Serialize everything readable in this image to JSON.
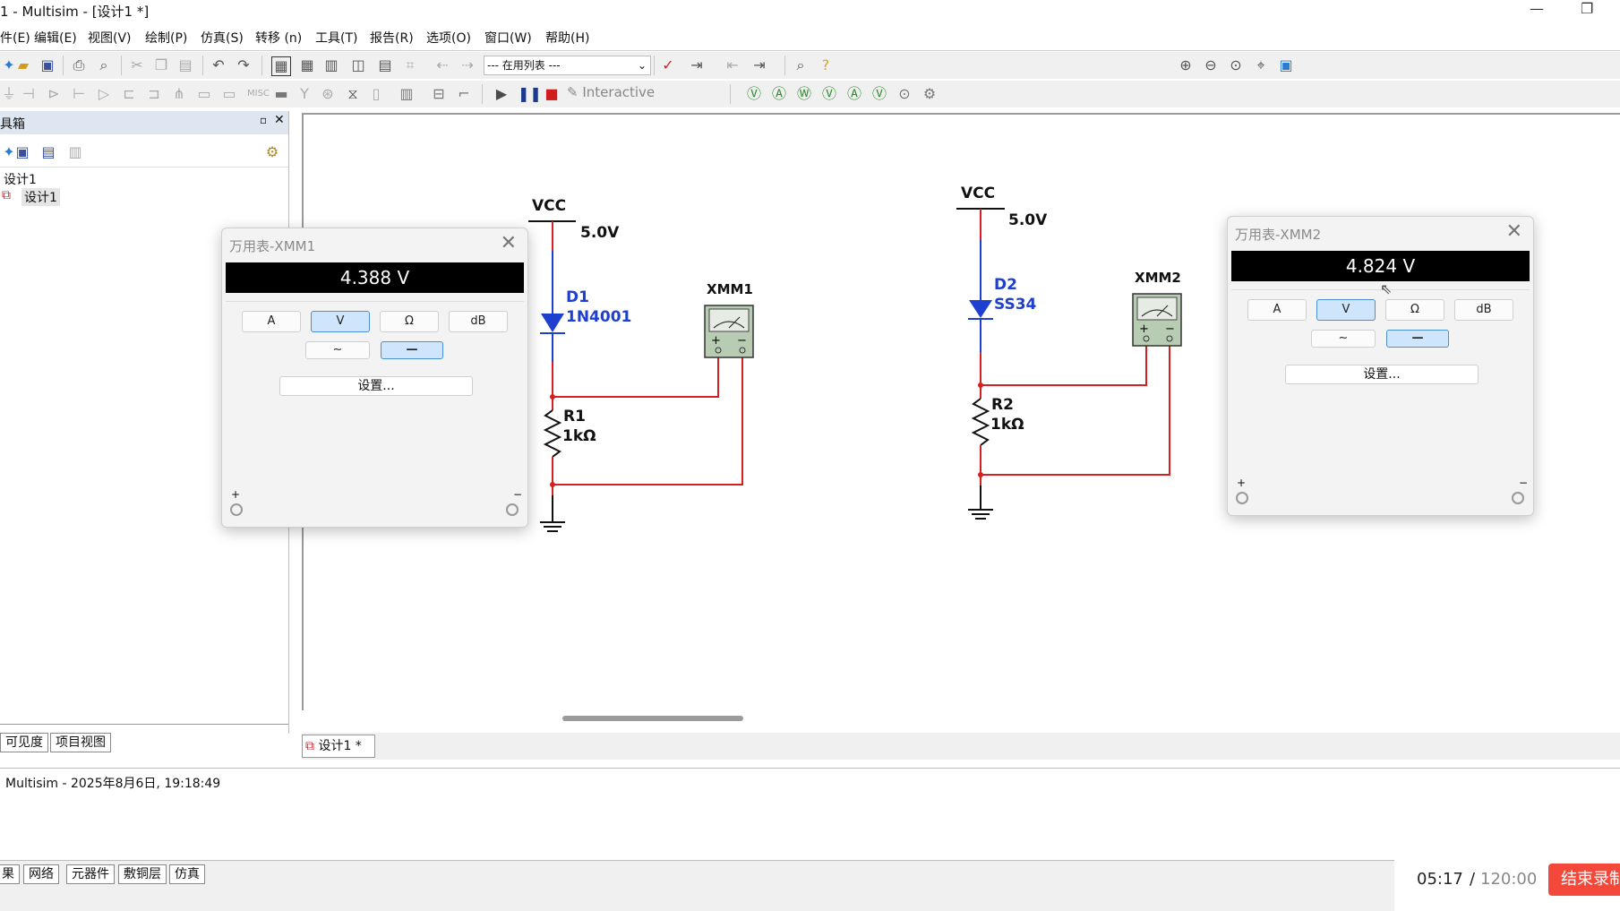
{
  "window": {
    "title": "1 - Multisim - [设计1 *]",
    "minimize_icon": "—",
    "restore_icon": "❐"
  },
  "menu": [
    "件(E)",
    "编辑(E)",
    "视图(V)",
    "绘制(P)",
    "仿真(S)",
    "转移 (n)",
    "工具(T)",
    "报告(R)",
    "选项(O)",
    "窗口(W)",
    "帮助(H)"
  ],
  "toolbar": {
    "in_use_list": "--- 在用列表 ---",
    "interactive_label": "Interactive"
  },
  "left_panel": {
    "title": "具箱",
    "tree_root": "设计1",
    "tree_child": "设计1",
    "tabs": [
      "可见度",
      "项目视图"
    ]
  },
  "circuit1": {
    "vcc_label": "VCC",
    "vcc_value": "5.0V",
    "diode_ref": "D1",
    "diode_model": "1N4001",
    "resistor_ref": "R1",
    "resistor_value": "1kΩ",
    "meter_label": "XMM1"
  },
  "circuit2": {
    "vcc_label": "VCC",
    "vcc_value": "5.0V",
    "diode_ref": "D2",
    "diode_model": "SS34",
    "resistor_ref": "R2",
    "resistor_value": "1kΩ",
    "meter_label": "XMM2"
  },
  "dmm1": {
    "title": "万用表-XMM1",
    "reading": "4.388 V",
    "modes": [
      "A",
      "V",
      "Ω",
      "dB"
    ],
    "selected_mode": "V",
    "settings_label": "设置...",
    "plus": "+",
    "minus": "−"
  },
  "dmm2": {
    "title": "万用表-XMM2",
    "reading": "4.824 V",
    "modes": [
      "A",
      "V",
      "Ω",
      "dB"
    ],
    "selected_mode": "V",
    "settings_label": "设置...",
    "plus": "+",
    "minus": "−"
  },
  "doc_tab": "设计1 *",
  "output": {
    "message": "Multisim  -  2025年8月6日, 19:18:49"
  },
  "bottom_tabs": [
    "果",
    "网络",
    "元器件",
    "敷铜层",
    "仿真"
  ],
  "recorder": {
    "elapsed": "05:17",
    "total": "120:00",
    "stop_label": "结束录制"
  },
  "colors": {
    "wire": "#d42020",
    "diode": "#1f3fcf",
    "selected_button": "#cfe5fb",
    "stop_button": "#f4493a"
  }
}
